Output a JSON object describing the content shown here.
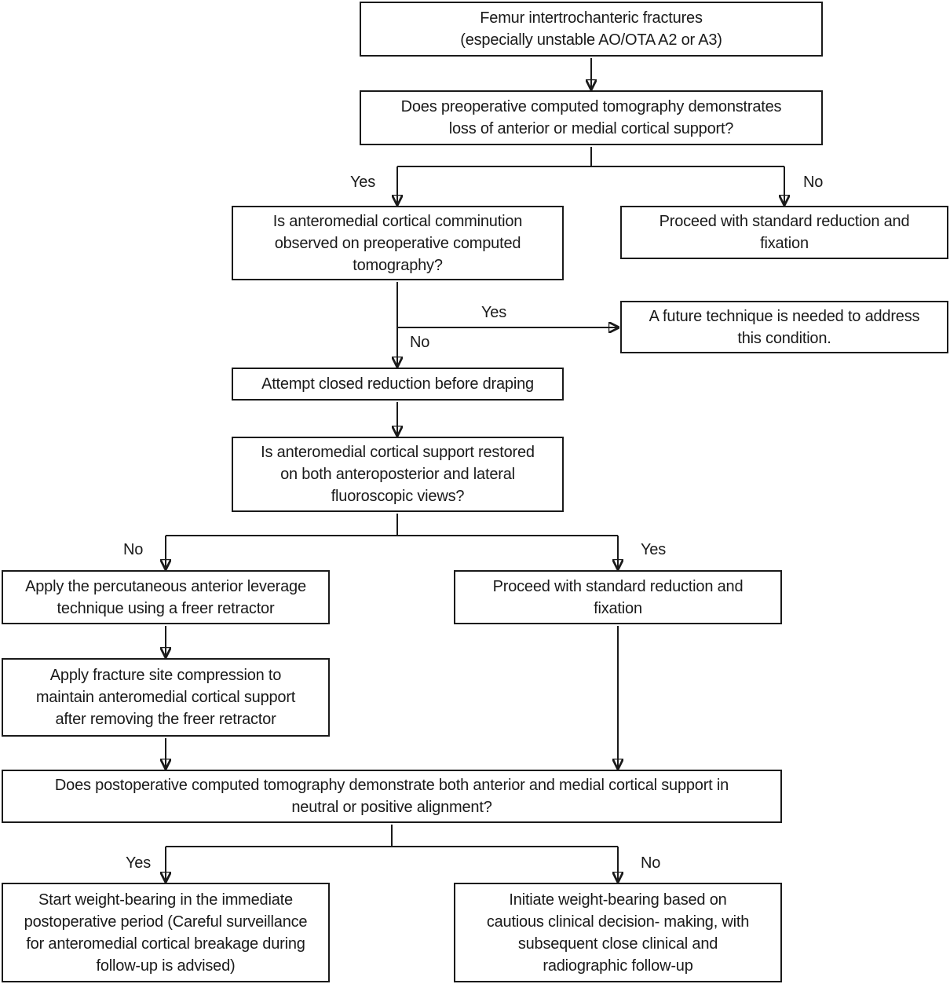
{
  "diagram": {
    "type": "flowchart",
    "background_color": "#ffffff",
    "line_color": "#1a1a1a",
    "nodes": {
      "start": {
        "lines": [
          "Femur intertrochanteric fractures",
          "(especially unstable AO/OTA A2 or A3)"
        ]
      },
      "preop_ct": {
        "lines": [
          "Does preoperative computed tomography demonstrates",
          "loss of anterior or medial cortical support?"
        ]
      },
      "comminution": {
        "lines": [
          "Is anteromedial cortical comminution",
          "observed on preoperative computed",
          "tomography?"
        ]
      },
      "standard_fixation_1": {
        "lines": [
          "Proceed with standard reduction and",
          "fixation"
        ]
      },
      "future_technique": {
        "lines": [
          "A future technique is needed to address",
          "this condition."
        ]
      },
      "closed_reduction": {
        "lines": [
          "Attempt closed reduction before draping"
        ]
      },
      "support_restored": {
        "lines": [
          "Is anteromedial cortical support restored",
          "on both anteroposterior and lateral",
          "fluoroscopic views?"
        ]
      },
      "leverage": {
        "lines": [
          "Apply the percutaneous anterior leverage",
          "technique using a freer retractor"
        ]
      },
      "standard_fixation_2": {
        "lines": [
          "Proceed with standard reduction and",
          "fixation"
        ]
      },
      "compression": {
        "lines": [
          "Apply fracture site compression to",
          "maintain anteromedial cortical support",
          "after removing the freer retractor"
        ]
      },
      "postop_ct": {
        "lines": [
          "Does postoperative computed tomography demonstrate both anterior and medial cortical support in",
          "neutral or positive alignment?"
        ]
      },
      "weight_bearing_immediate": {
        "lines": [
          "Start weight-bearing in the immediate",
          "postoperative period (Careful surveillance",
          "for anteromedial cortical breakage during",
          "follow-up is advised)"
        ]
      },
      "weight_bearing_cautious": {
        "lines": [
          "Initiate weight-bearing based on",
          "cautious clinical decision- making, with",
          "subsequent close clinical and",
          "radiographic follow-up"
        ]
      }
    },
    "edge_labels": {
      "preop_yes": "Yes",
      "preop_no": "No",
      "comminution_yes": "Yes",
      "comminution_no": "No",
      "support_no": "No",
      "support_yes": "Yes",
      "postop_yes": "Yes",
      "postop_no": "No"
    }
  }
}
